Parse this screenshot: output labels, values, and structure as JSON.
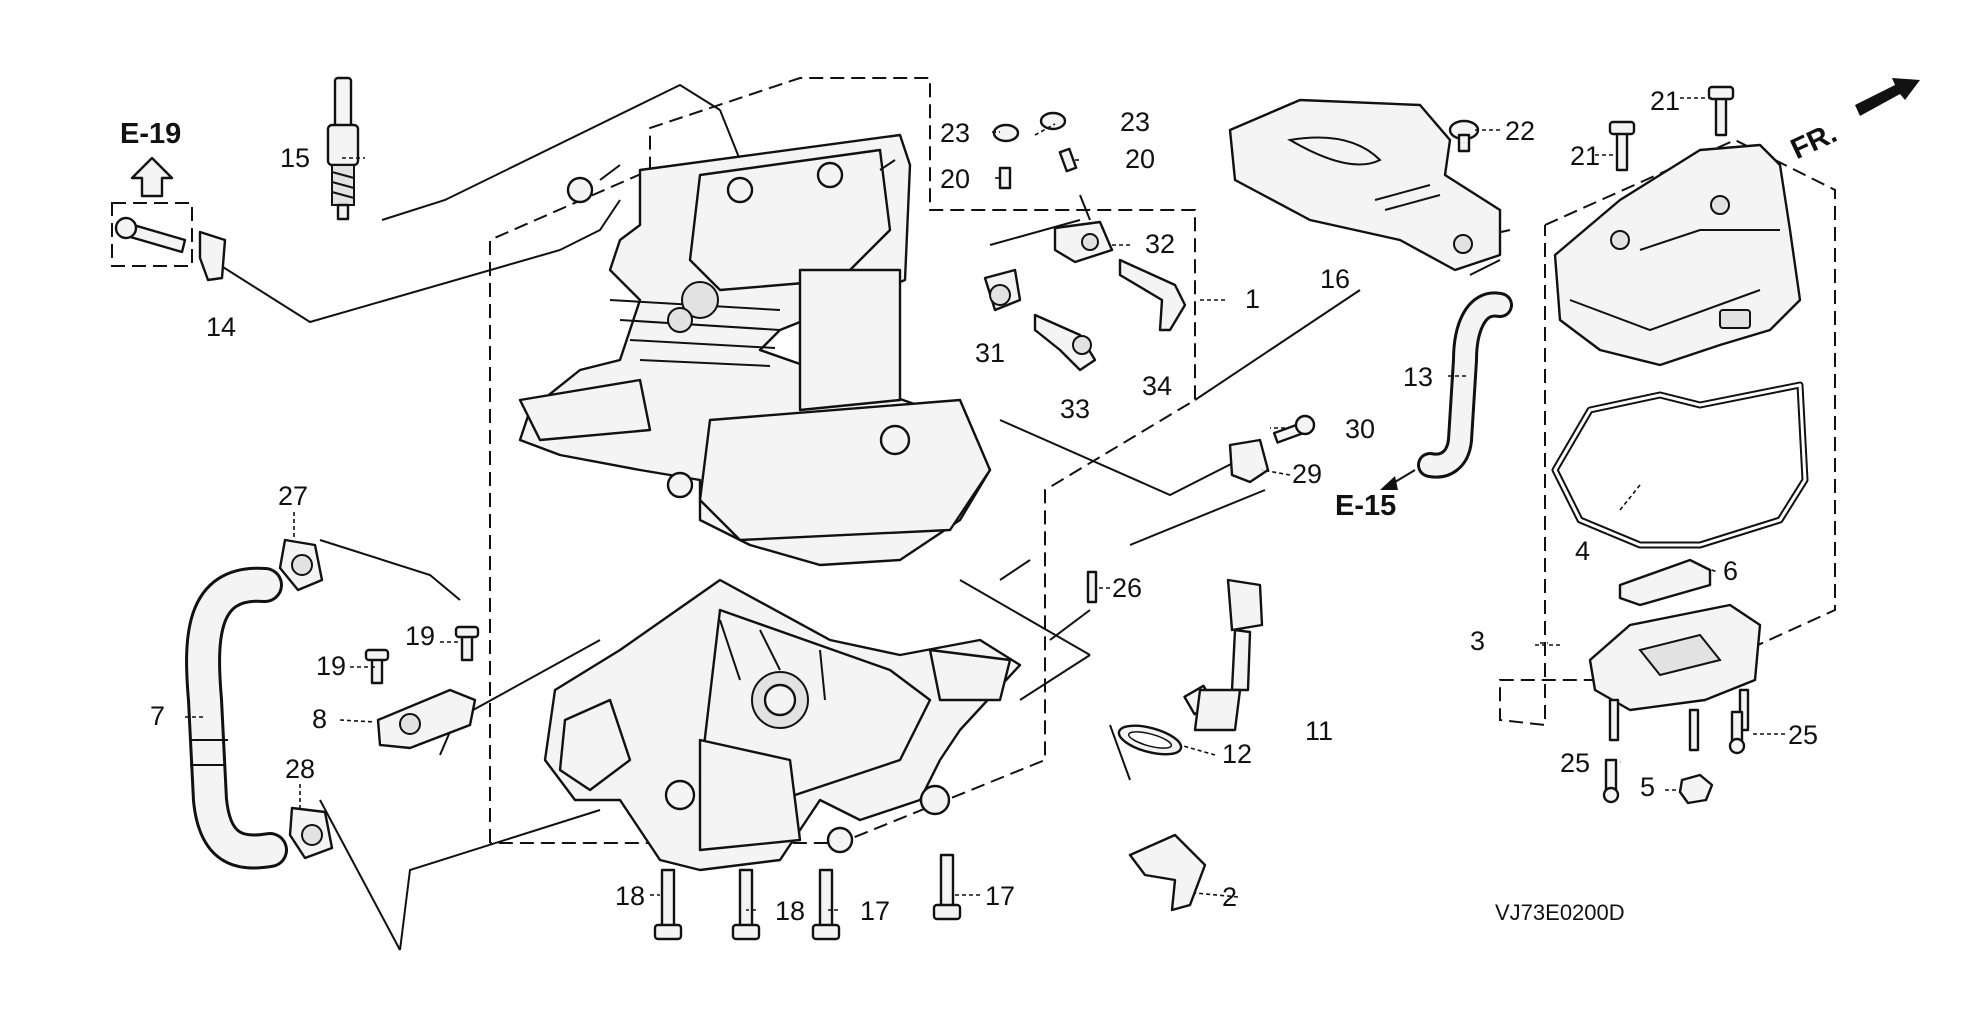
{
  "diagram": {
    "refs": {
      "e19": "E-19",
      "e15": "E-15",
      "front": "FR."
    },
    "image_code": "VJ73E0200D",
    "callouts": {
      "p1": "1",
      "p2": "2",
      "p3": "3",
      "p4": "4",
      "p5": "5",
      "p6": "6",
      "p7": "7",
      "p8": "8",
      "p11": "11",
      "p12": "12",
      "p13": "13",
      "p14": "14",
      "p15": "15",
      "p16": "16",
      "p17a": "17",
      "p17b": "17",
      "p18a": "18",
      "p18b": "18",
      "p19a": "19",
      "p19b": "19",
      "p20a": "20",
      "p20b": "20",
      "p21a": "21",
      "p21b": "21",
      "p22": "22",
      "p23a": "23",
      "p23b": "23",
      "p25a": "25",
      "p25b": "25",
      "p26": "26",
      "p27": "27",
      "p28": "28",
      "p29": "29",
      "p30": "30",
      "p31": "31",
      "p32": "32",
      "p33": "33",
      "p34": "34"
    }
  }
}
